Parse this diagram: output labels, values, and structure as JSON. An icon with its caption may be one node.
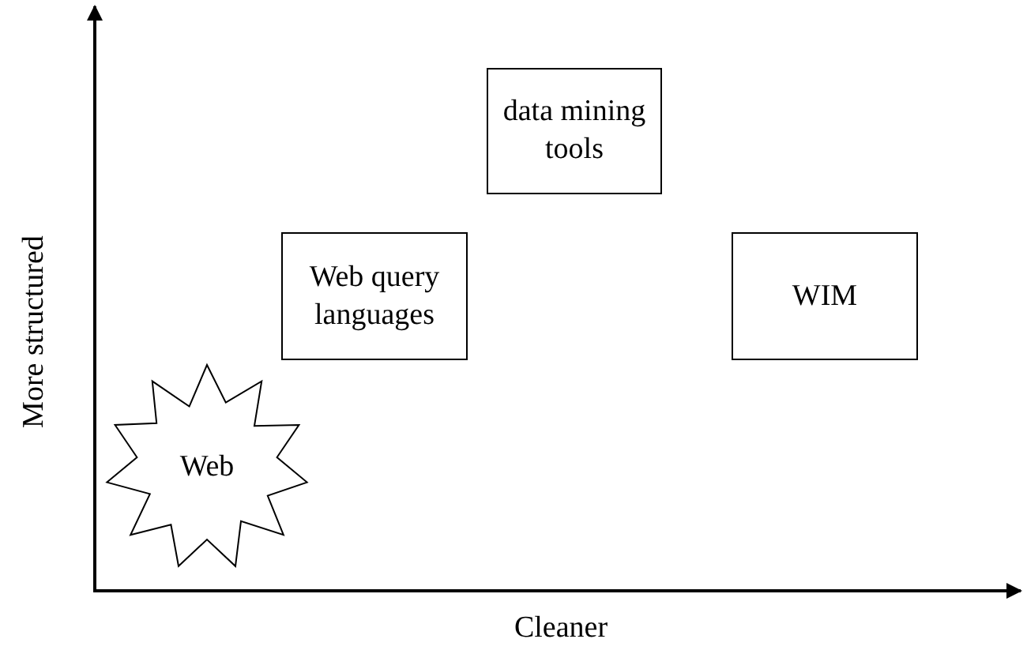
{
  "diagram": {
    "nodes": [
      {
        "text": [
          "data mining tools"
        ]
      },
      {
        "text": [
          "Web query languages"
        ]
      },
      {
        "text": [
          "WIM"
        ]
      },
      {
        "text": [
          "Web"
        ]
      }
    ],
    "labels": [
      "More structured",
      "Cleaner"
    ]
  }
}
